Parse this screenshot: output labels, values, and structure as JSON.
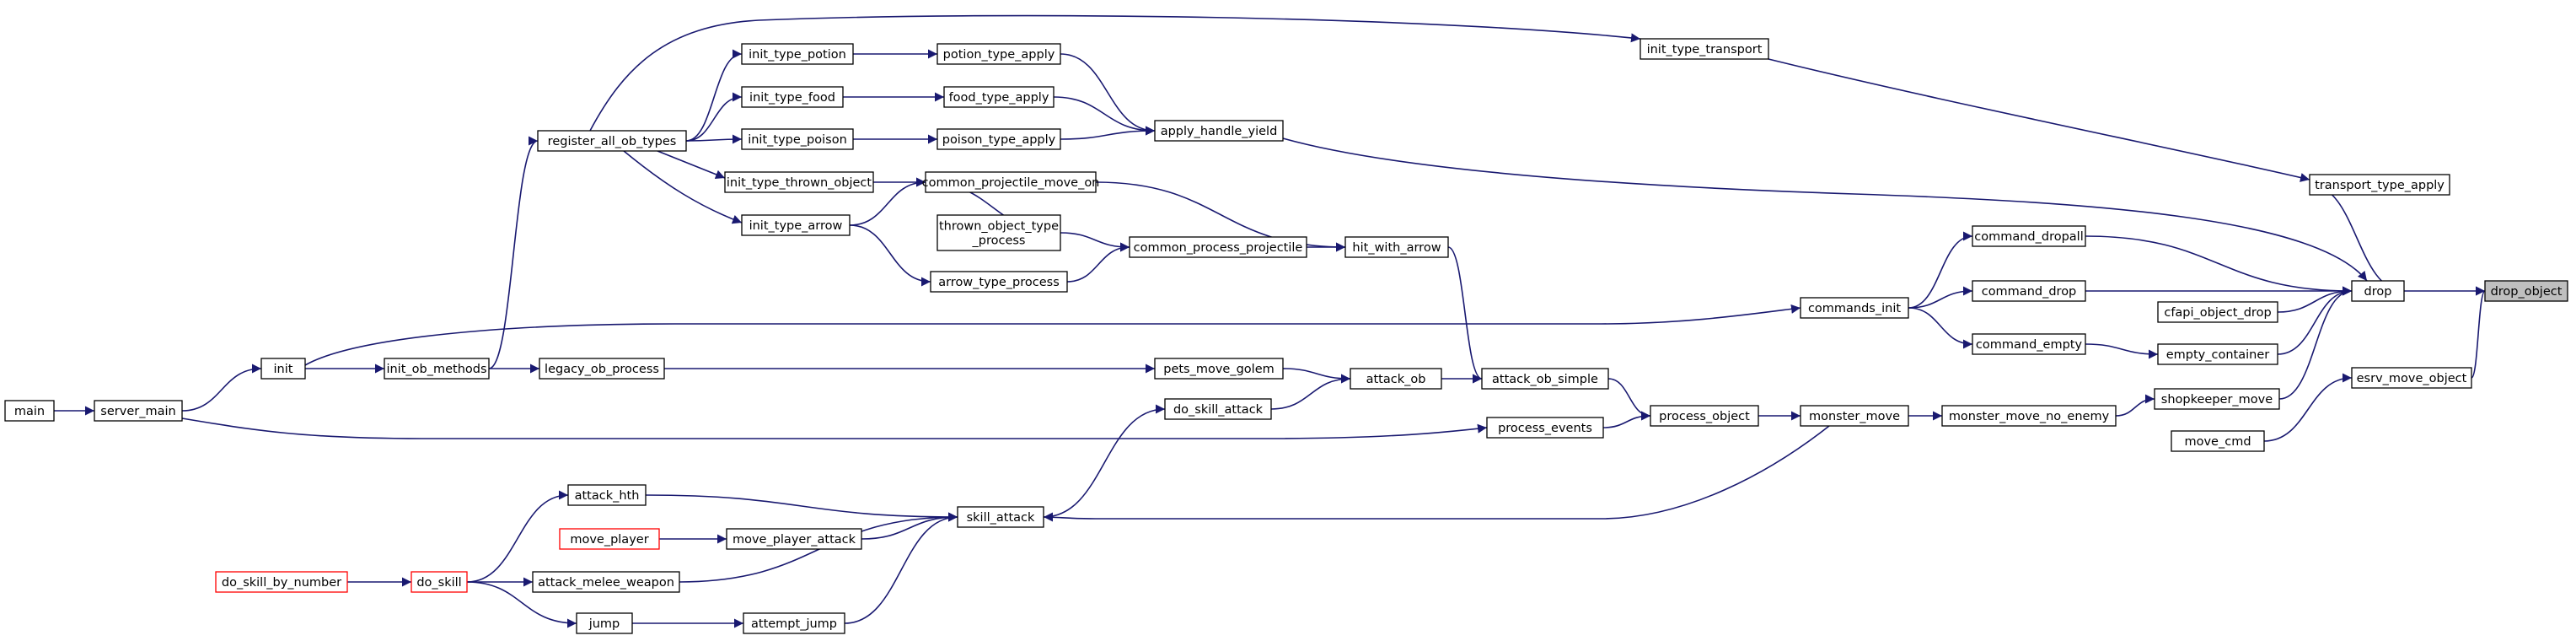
{
  "colors": {
    "edge": "#191970",
    "node_border": "#000000",
    "truncated_border": "#ff0000",
    "target_fill": "#bfbfbf",
    "background": "#ffffff"
  },
  "nodes": [
    {
      "id": "drop_object",
      "label": "drop_object",
      "style": "target"
    },
    {
      "id": "drop",
      "label": "drop"
    },
    {
      "id": "esrv_move_object",
      "label": "esrv_move_object"
    },
    {
      "id": "transport_type_apply",
      "label": "transport_type_apply"
    },
    {
      "id": "command_dropall",
      "label": "command_dropall"
    },
    {
      "id": "command_drop",
      "label": "command_drop"
    },
    {
      "id": "cfapi_object_drop",
      "label": "cfapi_object_drop"
    },
    {
      "id": "empty_container",
      "label": "empty_container"
    },
    {
      "id": "shopkeeper_move",
      "label": "shopkeeper_move"
    },
    {
      "id": "move_cmd",
      "label": "move_cmd"
    },
    {
      "id": "init_type_transport",
      "label": "init_type_transport"
    },
    {
      "id": "commands_init",
      "label": "commands_init"
    },
    {
      "id": "command_empty",
      "label": "command_empty"
    },
    {
      "id": "monster_move_no_enemy",
      "label": "monster_move_no_enemy"
    },
    {
      "id": "monster_move",
      "label": "monster_move"
    },
    {
      "id": "process_object",
      "label": "process_object"
    },
    {
      "id": "apply_handle_yield",
      "label": "apply_handle_yield"
    },
    {
      "id": "hit_with_arrow",
      "label": "hit_with_arrow"
    },
    {
      "id": "attack_ob_simple",
      "label": "attack_ob_simple"
    },
    {
      "id": "process_events",
      "label": "process_events"
    },
    {
      "id": "attack_ob",
      "label": "attack_ob"
    },
    {
      "id": "common_process_projectile",
      "label": "common_process_projectile"
    },
    {
      "id": "pets_move_golem",
      "label": "pets_move_golem"
    },
    {
      "id": "do_skill_attack",
      "label": "do_skill_attack"
    },
    {
      "id": "skill_attack",
      "label": "skill_attack"
    },
    {
      "id": "potion_type_apply",
      "label": "potion_type_apply"
    },
    {
      "id": "food_type_apply",
      "label": "food_type_apply"
    },
    {
      "id": "poison_type_apply",
      "label": "poison_type_apply"
    },
    {
      "id": "common_projectile_move_on",
      "label": "common_projectile_move_on"
    },
    {
      "id": "thrown_object_type_process",
      "label": "thrown_object_type\n_process"
    },
    {
      "id": "arrow_type_process",
      "label": "arrow_type_process"
    },
    {
      "id": "init_type_potion",
      "label": "init_type_potion"
    },
    {
      "id": "init_type_food",
      "label": "init_type_food"
    },
    {
      "id": "init_type_poison",
      "label": "init_type_poison"
    },
    {
      "id": "init_type_thrown_object",
      "label": "init_type_thrown_object"
    },
    {
      "id": "init_type_arrow",
      "label": "init_type_arrow"
    },
    {
      "id": "legacy_ob_process",
      "label": "legacy_ob_process"
    },
    {
      "id": "attack_hth",
      "label": "attack_hth"
    },
    {
      "id": "move_player_attack",
      "label": "move_player_attack"
    },
    {
      "id": "attack_melee_weapon",
      "label": "attack_melee_weapon"
    },
    {
      "id": "attempt_jump",
      "label": "attempt_jump"
    },
    {
      "id": "move_player",
      "label": "move_player",
      "style": "truncated"
    },
    {
      "id": "jump",
      "label": "jump"
    },
    {
      "id": "register_all_ob_types",
      "label": "register_all_ob_types"
    },
    {
      "id": "init_ob_methods",
      "label": "init_ob_methods"
    },
    {
      "id": "do_skill",
      "label": "do_skill",
      "style": "truncated"
    },
    {
      "id": "do_skill_by_number",
      "label": "do_skill_by_number",
      "style": "truncated"
    },
    {
      "id": "init",
      "label": "init"
    },
    {
      "id": "server_main",
      "label": "server_main"
    },
    {
      "id": "main",
      "label": "main"
    }
  ],
  "edges": [
    {
      "from": "drop",
      "to": "drop_object"
    },
    {
      "from": "esrv_move_object",
      "to": "drop_object"
    },
    {
      "from": "transport_type_apply",
      "to": "drop"
    },
    {
      "from": "command_dropall",
      "to": "drop"
    },
    {
      "from": "command_drop",
      "to": "drop"
    },
    {
      "from": "cfapi_object_drop",
      "to": "drop"
    },
    {
      "from": "empty_container",
      "to": "drop"
    },
    {
      "from": "shopkeeper_move",
      "to": "drop"
    },
    {
      "from": "apply_handle_yield",
      "to": "drop"
    },
    {
      "from": "move_cmd",
      "to": "esrv_move_object"
    },
    {
      "from": "init_type_transport",
      "to": "transport_type_apply"
    },
    {
      "from": "commands_init",
      "to": "command_dropall"
    },
    {
      "from": "commands_init",
      "to": "command_drop"
    },
    {
      "from": "commands_init",
      "to": "command_empty"
    },
    {
      "from": "command_empty",
      "to": "empty_container"
    },
    {
      "from": "monster_move_no_enemy",
      "to": "shopkeeper_move"
    },
    {
      "from": "monster_move",
      "to": "monster_move_no_enemy"
    },
    {
      "from": "process_object",
      "to": "monster_move"
    },
    {
      "from": "monster_move",
      "to": "skill_attack"
    },
    {
      "from": "attack_ob_simple",
      "to": "process_object"
    },
    {
      "from": "process_events",
      "to": "process_object"
    },
    {
      "from": "hit_with_arrow",
      "to": "attack_ob_simple"
    },
    {
      "from": "attack_ob",
      "to": "attack_ob_simple"
    },
    {
      "from": "common_projectile_move_on",
      "to": "hit_with_arrow"
    },
    {
      "from": "common_process_projectile",
      "to": "hit_with_arrow"
    },
    {
      "from": "pets_move_golem",
      "to": "attack_ob"
    },
    {
      "from": "do_skill_attack",
      "to": "attack_ob"
    },
    {
      "from": "skill_attack",
      "to": "do_skill_attack"
    },
    {
      "from": "attack_hth",
      "to": "skill_attack"
    },
    {
      "from": "move_player_attack",
      "to": "skill_attack"
    },
    {
      "from": "attack_melee_weapon",
      "to": "skill_attack"
    },
    {
      "from": "attempt_jump",
      "to": "skill_attack"
    },
    {
      "from": "potion_type_apply",
      "to": "apply_handle_yield"
    },
    {
      "from": "food_type_apply",
      "to": "apply_handle_yield"
    },
    {
      "from": "poison_type_apply",
      "to": "apply_handle_yield"
    },
    {
      "from": "init_type_potion",
      "to": "potion_type_apply"
    },
    {
      "from": "init_type_food",
      "to": "food_type_apply"
    },
    {
      "from": "init_type_poison",
      "to": "poison_type_apply"
    },
    {
      "from": "init_type_thrown_object",
      "to": "common_projectile_move_on"
    },
    {
      "from": "init_type_arrow",
      "to": "common_projectile_move_on"
    },
    {
      "from": "thrown_object_type_process",
      "to": "common_process_projectile"
    },
    {
      "from": "arrow_type_process",
      "to": "common_process_projectile"
    },
    {
      "from": "common_projectile_move_on",
      "to": "thrown_object_type_process"
    },
    {
      "from": "init_type_arrow",
      "to": "arrow_type_process"
    },
    {
      "from": "register_all_ob_types",
      "to": "init_type_potion"
    },
    {
      "from": "register_all_ob_types",
      "to": "init_type_food"
    },
    {
      "from": "register_all_ob_types",
      "to": "init_type_poison"
    },
    {
      "from": "register_all_ob_types",
      "to": "init_type_thrown_object"
    },
    {
      "from": "register_all_ob_types",
      "to": "init_type_arrow"
    },
    {
      "from": "register_all_ob_types",
      "to": "init_type_transport"
    },
    {
      "from": "init_ob_methods",
      "to": "register_all_ob_types"
    },
    {
      "from": "init_ob_methods",
      "to": "legacy_ob_process"
    },
    {
      "from": "legacy_ob_process",
      "to": "pets_move_golem"
    },
    {
      "from": "init",
      "to": "init_ob_methods"
    },
    {
      "from": "init",
      "to": "commands_init"
    },
    {
      "from": "server_main",
      "to": "init"
    },
    {
      "from": "server_main",
      "to": "process_events"
    },
    {
      "from": "main",
      "to": "server_main"
    },
    {
      "from": "do_skill",
      "to": "attack_hth"
    },
    {
      "from": "do_skill",
      "to": "attack_melee_weapon"
    },
    {
      "from": "do_skill",
      "to": "jump"
    },
    {
      "from": "move_player",
      "to": "move_player_attack"
    },
    {
      "from": "jump",
      "to": "attempt_jump"
    },
    {
      "from": "do_skill_by_number",
      "to": "do_skill"
    }
  ]
}
